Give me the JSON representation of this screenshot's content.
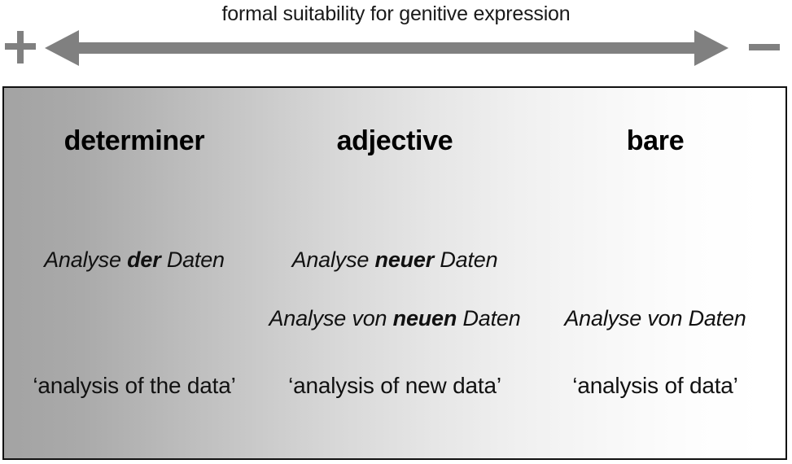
{
  "scale": {
    "caption": "formal suitability for genitive expression",
    "left_marker": "+",
    "right_marker": "−",
    "arrow_name": "double-headed-horizontal-arrow",
    "arrow_color": "#808080"
  },
  "panel": {
    "gradient_from": "#a3a3a3",
    "gradient_to": "#ffffff",
    "border_color": "#111111"
  },
  "table": {
    "headers": [
      {
        "label": "determiner"
      },
      {
        "label": "adjective"
      },
      {
        "label": "bare"
      }
    ],
    "rows": [
      {
        "cells": [
          {
            "pre": "Analyse ",
            "emph": "der",
            "post": " Daten"
          },
          {
            "pre": "Analyse ",
            "emph": "neuer",
            "post": " Daten"
          },
          {
            "pre": "",
            "emph": "",
            "post": ""
          }
        ]
      },
      {
        "cells": [
          {
            "pre": "",
            "emph": "",
            "post": ""
          },
          {
            "pre": "Analyse von ",
            "emph": "neuen",
            "post": " Daten"
          },
          {
            "pre": "Analyse von Daten",
            "emph": "",
            "post": ""
          }
        ]
      }
    ],
    "glosses": [
      {
        "text": "‘analysis of the data’"
      },
      {
        "text": "‘analysis of new data’"
      },
      {
        "text": "‘analysis of data’"
      }
    ]
  }
}
